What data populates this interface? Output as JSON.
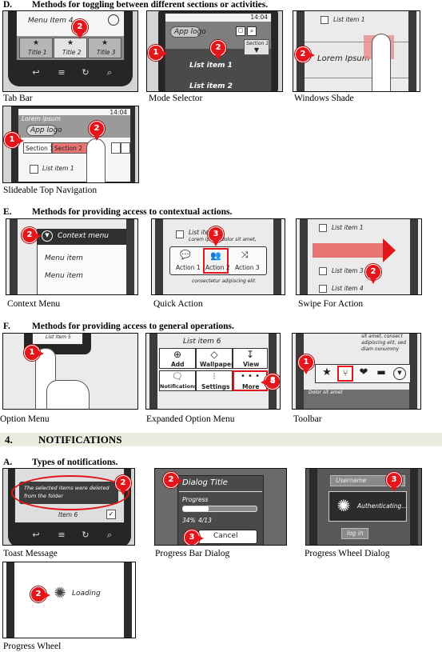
{
  "sections": {
    "d": {
      "letter": "D.",
      "title": "Methods for toggling between different sections or activities."
    },
    "e": {
      "letter": "E.",
      "title": "Methods for providing access to contextual actions."
    },
    "f": {
      "letter": "F.",
      "title": "Methods for providing access to general operations."
    },
    "notifications": {
      "number": "4.",
      "title": "NOTIFICATIONS"
    },
    "a": {
      "letter": "A.",
      "title": "Types of notifications."
    }
  },
  "captions": {
    "tab_bar": "Tab Bar",
    "mode_selector": "Mode Selector",
    "windows_shade": "Windows Shade",
    "slideable_top_nav": "Slideable Top Navigation",
    "context_menu": "Context Menu",
    "quick_action": "Quick Action",
    "swipe_for_action": "Swipe For Action",
    "option_menu": "Option Menu",
    "expanded_option_menu": "Expanded Option Menu",
    "toolbar": "Toolbar",
    "toast_message": "Toast Message",
    "progress_bar_dialog": "Progress Bar Dialog",
    "progress_wheel_dialog": "Progress Wheel Dialog",
    "progress_wheel": "Progress Wheel"
  },
  "markers": {
    "one": "1",
    "two": "2",
    "three": "3"
  },
  "sketch": {
    "menu_item_4": "Menu Item 4",
    "title_1": "Title 1",
    "title_2": "Title 2",
    "title_3": "Title 3",
    "time": "14:04",
    "app_logo": "App logo",
    "section_1": "Section 1",
    "section_2": "Section 2",
    "list_item_1": "List item 1",
    "list_item_2": "List item 2",
    "list_item_3": "List item 3",
    "list_item_4": "List item 4",
    "list_item_5": "List item 5",
    "list_item_6": "List item 6",
    "lorem_ipsum": "Lorem Ipsum",
    "lorem_small": "Lorem ipsum",
    "context_menu": "Context menu",
    "menu_item": "Menu item",
    "lorem_sit": "Lorem ipsum dolor sit amet,",
    "consectetur": "consectetur adipiscing elit.",
    "action_1": "Action 1",
    "action_2": "Action 2",
    "action_3": "Action 3",
    "add": "Add",
    "wallpaper": "Wallpaper",
    "view": "View",
    "notifications": "Notifications",
    "settings": "Settings",
    "more": "More",
    "sit_amet": "sit amet, consect",
    "adipiscing": "adipiscing elit, sed",
    "diam": "diam nonummy",
    "dolor_sit": "Dolor sit amet",
    "toast_line1": "The selected items were deleted",
    "toast_line2": "from the folder",
    "item_6": "Item 6",
    "dialog_title": "Dialog Title",
    "progress": "Progress",
    "percent": "34%",
    "count": "4/13",
    "cancel": "Cancel",
    "username": "Username",
    "authenticating": "Authenticating...",
    "log_in": "log in",
    "loading": "Loading"
  },
  "colors": {
    "marker": "#e3171b",
    "band": "#ecebe0"
  }
}
